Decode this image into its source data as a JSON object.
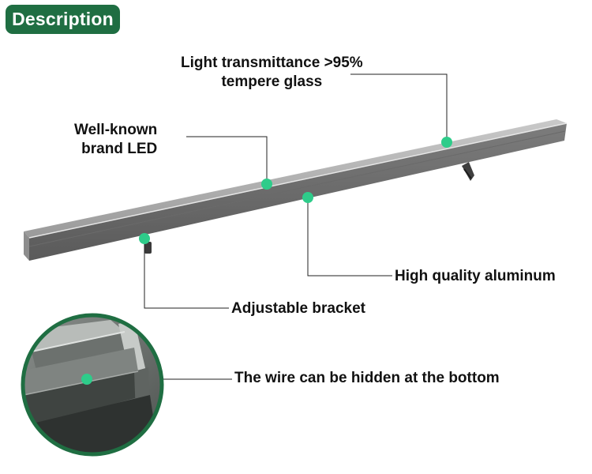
{
  "header": {
    "title": "Description"
  },
  "callouts": {
    "glass": {
      "line1": "Light transmittance >95%",
      "line2": "tempere glass"
    },
    "led": {
      "line1": "Well-known",
      "line2": "brand LED"
    },
    "aluminum": {
      "label": "High quality aluminum"
    },
    "bracket": {
      "label": "Adjustable bracket"
    },
    "wire": {
      "label": "The wire can be hidden at the bottom"
    }
  },
  "colors": {
    "badge": "#1f6e42",
    "marker": "#2ecc8a",
    "circle_border": "#1f6e42",
    "profile": "#6f6f6f"
  }
}
